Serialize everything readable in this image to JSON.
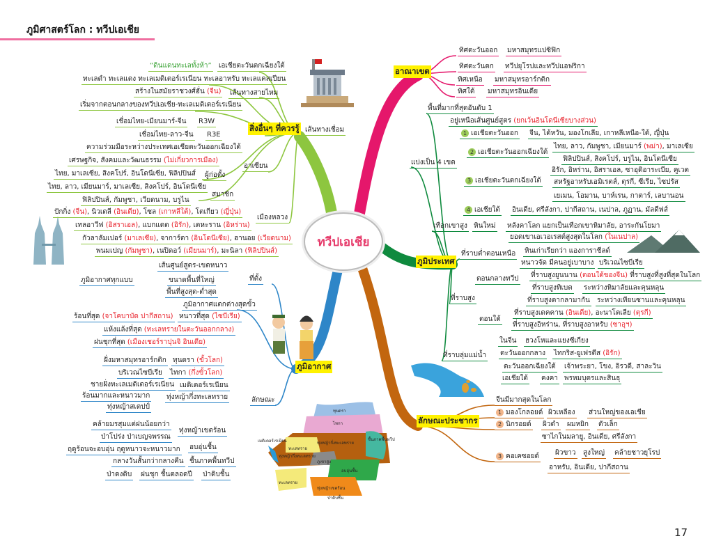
{
  "header": {
    "title": "ภูมิศาสตร์โลก : ทวีปเอเชีย",
    "page_number": "17"
  },
  "center": {
    "title": "ทวีปเอเชีย"
  },
  "branches": {
    "other": {
      "label": "สิ่งอื่นๆ ที่ควรรู้",
      "color": "#8dc63f",
      "items": [
        [
          "“ดินแดนทะเลทั้งห้า”"
        ],
        [
          "เอเชียตะวันตกเฉียงใต้"
        ],
        [
          "ทะเลดำ ทะเลแดง ทะเลเมดิเตอร์เรเนียน ทะเลอาหรับ ทะเลแคสเปียน"
        ],
        [
          "สร้างในสมัยราชวงศ์ฮั่น ",
          "(จีน)"
        ],
        [
          "เส้นทางสายไหม"
        ],
        [
          "เริ่มจากตอนกลางของทวีปเอเชีย-ทะเลเมดิเตอร์เรเนียน"
        ],
        [
          "เชื่อมไทย-เมียนมาร์-จีน"
        ],
        [
          "R3W"
        ],
        [
          "เชื่อมไทย-ลาว-จีน"
        ],
        [
          "R3E"
        ],
        [
          "เส้นทางเชื่อม"
        ],
        [
          "ความร่วมมือระหว่างประเทศเอเชียตะวันออกเฉียงใต้"
        ],
        [
          "เศรษฐกิจ, สังคมและวัฒนธรรม ",
          "(ไม่เกี่ยวการเมือง)"
        ],
        [
          "อาเซียน"
        ],
        [
          "ไทย, มาเลเซีย, สิงคโปร์, อินโดนีเซีย, ฟิลิปปินส์"
        ],
        [
          "ผู้ก่อตั้ง"
        ],
        [
          "ไทย, ลาว, เมียนมาร์, มาเลเซีย, สิงคโปร์, อินโดนีเซีย"
        ],
        [
          "ฟิลิปปินส์, กัมพูชา, เวียดนาม, บรูไน"
        ],
        [
          "สมาชิก"
        ],
        [
          "ปักกิ่ง ",
          "(จีน)",
          ", นิวเดลี ",
          "(อินเดีย)",
          ", โซล ",
          "(เกาหลีใต้)",
          ", โตเกียว ",
          "(ญี่ปุ่น)"
        ],
        [
          "เมืองหลวง"
        ],
        [
          "เทลอาวีฟ ",
          "(อิสราเอล)",
          ", แบกแดด ",
          "(อิรัก)",
          ", เตหะราน ",
          "(อิหร่าน)"
        ],
        [
          "กัวลาลัมเปอร์ ",
          "(มาเลเซีย)",
          ", จาการ์ตา ",
          "(อินโดนีเซีย)",
          ", ฮานอย ",
          "(เวียดนาม)"
        ],
        [
          "พนมเปญ ",
          "(กัมพูชา)",
          ", เนปิดอว์ ",
          "(เมียนมาร์)",
          ", มะนิลา ",
          "(ฟิลิปปินส์)"
        ]
      ]
    },
    "territory": {
      "label": "อาณาเขต",
      "color": "#e5176b",
      "items": [
        [
          "ทิศตะวันออก"
        ],
        [
          "มหาสมุทรแปซิฟิก"
        ],
        [
          "ทิศตะวันตก"
        ],
        [
          "ทวีปยุโรปและทวีปแอฟริกา"
        ],
        [
          "ทิศเหนือ"
        ],
        [
          "มหาสมุทรอาร์กติก"
        ],
        [
          "ทิศใต้"
        ],
        [
          "มหาสมุทรอินเดีย"
        ]
      ]
    },
    "terrain": {
      "label": "ภูมิประเทศ",
      "color": "#0f8a3e",
      "badges": [
        "1",
        "2",
        "3",
        "4"
      ],
      "items": [
        [
          "พื้นที่มากที่สุดอันดับ 1"
        ],
        [
          "อยู่เหนือเส้นศูนย์สูตร ",
          "(ยกเว้นอินโดนีเซียบางส่วน)"
        ],
        [
          "แบ่งเป็น 4 เขต"
        ],
        [
          "เอเชียตะวันออก"
        ],
        [
          "จีน, ไต้หวัน, มองโกเลีย, เกาหลีเหนือ-ใต้, ญี่ปุ่น"
        ],
        [
          "เอเชียตะวันออกเฉียงใต้"
        ],
        [
          "ไทย, ลาว, กัมพูชา, เมียนมาร์ ",
          "(พม่า)",
          ", มาเลเซีย"
        ],
        [
          "ฟิลิปปินส์, สิงคโปร์, บรูไน, อินโดนีเซีย"
        ],
        [
          "เอเชียตะวันตกเฉียงใต้"
        ],
        [
          "อิรัก, อิหร่าน, อิสราเอล, ซาอุดิอาระเบีย, คูเวต"
        ],
        [
          "สหรัฐอาหรับเอมิเรตส์, ตุรกี, ซีเรีย, ไซปรัส"
        ],
        [
          "เยเมน, โอมาน, บาห์เรน, กาตาร์, เลบานอน"
        ],
        [
          "เอเชียใต้"
        ],
        [
          "อินเดีย, ศรีลังกา, ปากีสถาน, เนปาล, ภูฏาน, มัลดีฟส์"
        ],
        [
          "เทือกเขาสูง"
        ],
        [
          "หินใหม่"
        ],
        [
          "หลังคาโลก แยกเป็นเทือกเขาหิมาลัย, อาระกันโยมา"
        ],
        [
          "ยอดเขาเอเวอเรสต์สูงสุดในโลก ",
          "(ในเนปาล)"
        ],
        [
          "ที่ราบต่ำตอนเหนือ"
        ],
        [
          "หินเก่าเรียกว่า แองการาชีลด์"
        ],
        [
          "หนาวจัด มีคนอยู่เบาบาง"
        ],
        [
          "บริเวณไซบีเรีย"
        ],
        [
          "ตอนกลางทวีป"
        ],
        [
          "ที่ราบสูงยูนนาน ",
          "(ตอนใต้ของจีน)",
          " ที่ราบสูงที่สูงที่สุดในโลก"
        ],
        [
          "ที่ราบสูงทิเบต"
        ],
        [
          "ระหว่างหิมาลัยและคุนหลุน"
        ],
        [
          "ที่ราบสูงตากลามากัน"
        ],
        [
          "ระหว่างเทียนซานและคุนหลุน"
        ],
        [
          "ที่ราบสูง"
        ],
        [
          "ตอนใต้"
        ],
        [
          "ที่ราบสูงเดคคาน ",
          "(อินเดีย)",
          ", อะนาโตเลีย ",
          "(ตุรกี)"
        ],
        [
          "ที่ราบสูงอิหร่าน, ที่ราบสูงอาหรับ ",
          "(ซาอุฯ)"
        ],
        [
          "ในจีน"
        ],
        [
          "ฮวงโหและแยงซีเกียง"
        ],
        [
          "ที่ราบลุ่มแม่น้ำ"
        ],
        [
          "ตะวันออกกลาง"
        ],
        [
          "ไทกริส-ยูเฟรตีส ",
          "(อิรัก)"
        ],
        [
          "ตะวันออกเฉียงใต้"
        ],
        [
          "เจ้าพระยา, โขง, อิรวดี, สาละวิน"
        ],
        [
          "เอเชียใต้"
        ],
        [
          "คงคา"
        ],
        [
          "พรหมบุตรและสินธุ"
        ]
      ]
    },
    "population": {
      "label": "ลักษณะประชากร",
      "color": "#c2660f",
      "badges": [
        "1",
        "2",
        "3"
      ],
      "items": [
        [
          "จีนมีมากสุดในโลก"
        ],
        [
          "มองโกลอยด์"
        ],
        [
          "ผิวเหลือง"
        ],
        [
          "ส่วนใหญ่ของเอเชีย"
        ],
        [
          "นิกรอยด์"
        ],
        [
          "ผิวดำ"
        ],
        [
          "ผมหยิก"
        ],
        [
          "ตัวเล็ก"
        ],
        [
          "ซาไกในมลายู, อินเดีย, ศรีลังกา"
        ],
        [
          "คอเคซอยด์"
        ],
        [
          "ผิวขาว"
        ],
        [
          "สูงใหญ่"
        ],
        [
          "คล้ายชาวยุโรป"
        ],
        [
          "อาหรับ, อินเดีย, ปากีสถาน"
        ]
      ]
    },
    "climate": {
      "label": "ภูมิอากาศ",
      "color": "#2e86c8",
      "items": [
        [
          "เส้นศูนย์สูตร-เขตหนาว"
        ],
        [
          "ภูมิอากาศทุกแบบ"
        ],
        [
          "ขนาดพื้นที่ใหญ่"
        ],
        [
          "ที่ตั้ง"
        ],
        [
          "พื้นที่สูงสุด-ต่ำสุด"
        ],
        [
          "ภูมิอากาศแตกต่างสุดขั้ว"
        ],
        [
          "ร้อนที่สุด ",
          "(จาโคบาบัด ปากีสถาน)"
        ],
        [
          "หนาวที่สุด ",
          "(ไซบีเรีย)"
        ],
        [
          "แห้งแล้งที่สุด ",
          "(ทะเลทรายในตะวันออกกลาง)"
        ],
        [
          "ฝนชุกที่สุด ",
          "(เมืองเชอร์ราปุนจิ อินเดีย)"
        ],
        [
          "ฝั่งมหาสมุทรอาร์กติก"
        ],
        [
          "ทุนดรา ",
          "(ขั้วโลก)"
        ],
        [
          "บริเวณไซบีเรีย"
        ],
        [
          "ไทกา ",
          "(กึ่งขั้วโลก)"
        ],
        [
          "ชายฝั่งทะเลเมดิเตอร์เรเนียน"
        ],
        [
          "เมดิเตอร์เรเนียน"
        ],
        [
          "ร้อนมากและหนาวมาก"
        ],
        [
          "ทุ่งหญ้ากึ่งทะเลทราย"
        ],
        [
          "ทุ่งหญ้าสเตปป์"
        ],
        [
          "ลักษณะ"
        ],
        [
          "คล้ายมรสุมแต่ฝนน้อยกว่า"
        ],
        [
          "ทุ่งหญ้าเขตร้อน"
        ],
        [
          "ป่าโปร่ง ป่าเบญจพรรณ"
        ],
        [
          "ฤดูร้อนจะอบอุ่น ฤดูหนาวจะหนาวมาก"
        ],
        [
          "อบอุ่นชื้น"
        ],
        [
          "กลางวันสั้นกว่ากลางคืน"
        ],
        [
          "ชื้นภาคพื้นทวีป"
        ],
        [
          "ป่าดงดิบ"
        ],
        [
          "ฝนชุก ชื้นตลอดปี"
        ],
        [
          "ป่าดิบชื้น"
        ]
      ]
    }
  },
  "map_labels": [
    "ทุนดรา",
    "ไทกา",
    "ทุ่งหญ้ากึ่งทะเลทราย",
    "ชื้นภาคพื้นทวีป",
    "เมดิเตอร์เรเนียน",
    "ทุ่งหญ้ากึ่งทะเลทราย",
    "ทะเลทราย",
    "ทะเลทราย",
    "ภูเขาสูง",
    "อบอุ่นชื้น",
    "ทุ่งหญ้าเขตร้อน",
    "ป่าดิบชื้น"
  ]
}
